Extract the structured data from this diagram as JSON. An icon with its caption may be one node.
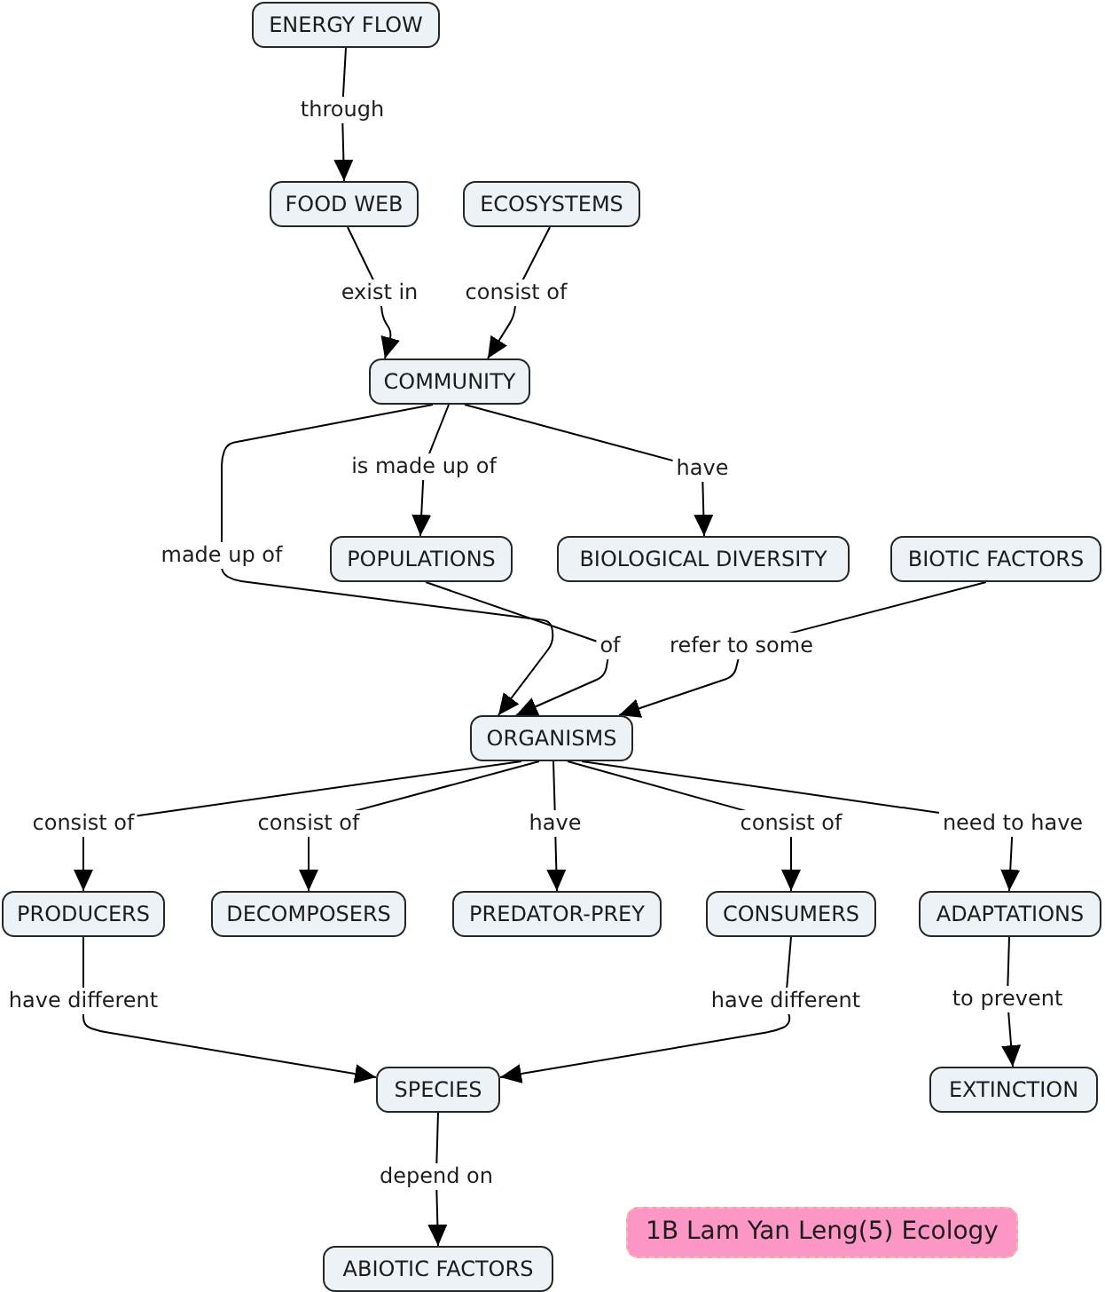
{
  "diagram": {
    "nodes": [
      {
        "text": [
          "ENERGY FLOW"
        ]
      },
      {
        "text": [
          "FOOD WEB"
        ]
      },
      {
        "text": [
          "ECOSYSTEMS"
        ]
      },
      {
        "text": [
          "COMMUNITY"
        ]
      },
      {
        "text": [
          "POPULATIONS"
        ]
      },
      {
        "text": [
          "BIOLOGICAL DIVERSITY"
        ]
      },
      {
        "text": [
          "BIOTIC FACTORS"
        ]
      },
      {
        "text": [
          "ORGANISMS"
        ]
      },
      {
        "text": [
          "PRODUCERS"
        ]
      },
      {
        "text": [
          "DECOMPOSERS"
        ]
      },
      {
        "text": [
          "PREDATOR-PREY"
        ]
      },
      {
        "text": [
          "CONSUMERS"
        ]
      },
      {
        "text": [
          "ADAPTATIONS"
        ]
      },
      {
        "text": [
          "SPECIES"
        ]
      },
      {
        "text": [
          "EXTINCTION"
        ]
      },
      {
        "text": [
          "ABIOTIC FACTORS"
        ]
      },
      {
        "text": [
          "1B Lam Yan Leng(5) Ecology"
        ]
      }
    ],
    "edges": [
      {
        "from": 0,
        "to": 1,
        "arrow": "to",
        "label": "through"
      },
      {
        "from": 1,
        "to": 3,
        "arrow": "to",
        "label": "exist in"
      },
      {
        "from": 2,
        "to": 3,
        "arrow": "to",
        "label": "consist of"
      },
      {
        "from": 3,
        "to": 4,
        "arrow": "to",
        "label": "is made up of"
      },
      {
        "from": 3,
        "to": 5,
        "arrow": "to",
        "label": "have"
      },
      {
        "from": 3,
        "to": 7,
        "arrow": "to",
        "label": "made up of"
      },
      {
        "from": 4,
        "to": 7,
        "arrow": "to",
        "label": "of"
      },
      {
        "from": 6,
        "to": 7,
        "arrow": "to",
        "label": "refer to some"
      },
      {
        "from": 7,
        "to": 8,
        "arrow": "to",
        "label": "consist of"
      },
      {
        "from": 7,
        "to": 9,
        "arrow": "to",
        "label": "consist of"
      },
      {
        "from": 7,
        "to": 10,
        "arrow": "to",
        "label": "have"
      },
      {
        "from": 7,
        "to": 11,
        "arrow": "to",
        "label": "consist of"
      },
      {
        "from": 7,
        "to": 12,
        "arrow": "to",
        "label": "need to have"
      },
      {
        "from": 8,
        "to": 13,
        "arrow": "to",
        "label": "have different"
      },
      {
        "from": 11,
        "to": 13,
        "arrow": "to",
        "label": "have different"
      },
      {
        "from": 12,
        "to": 14,
        "arrow": "to",
        "label": "to prevent"
      },
      {
        "from": 13,
        "to": 15,
        "arrow": "to",
        "label": "depend on"
      }
    ]
  }
}
